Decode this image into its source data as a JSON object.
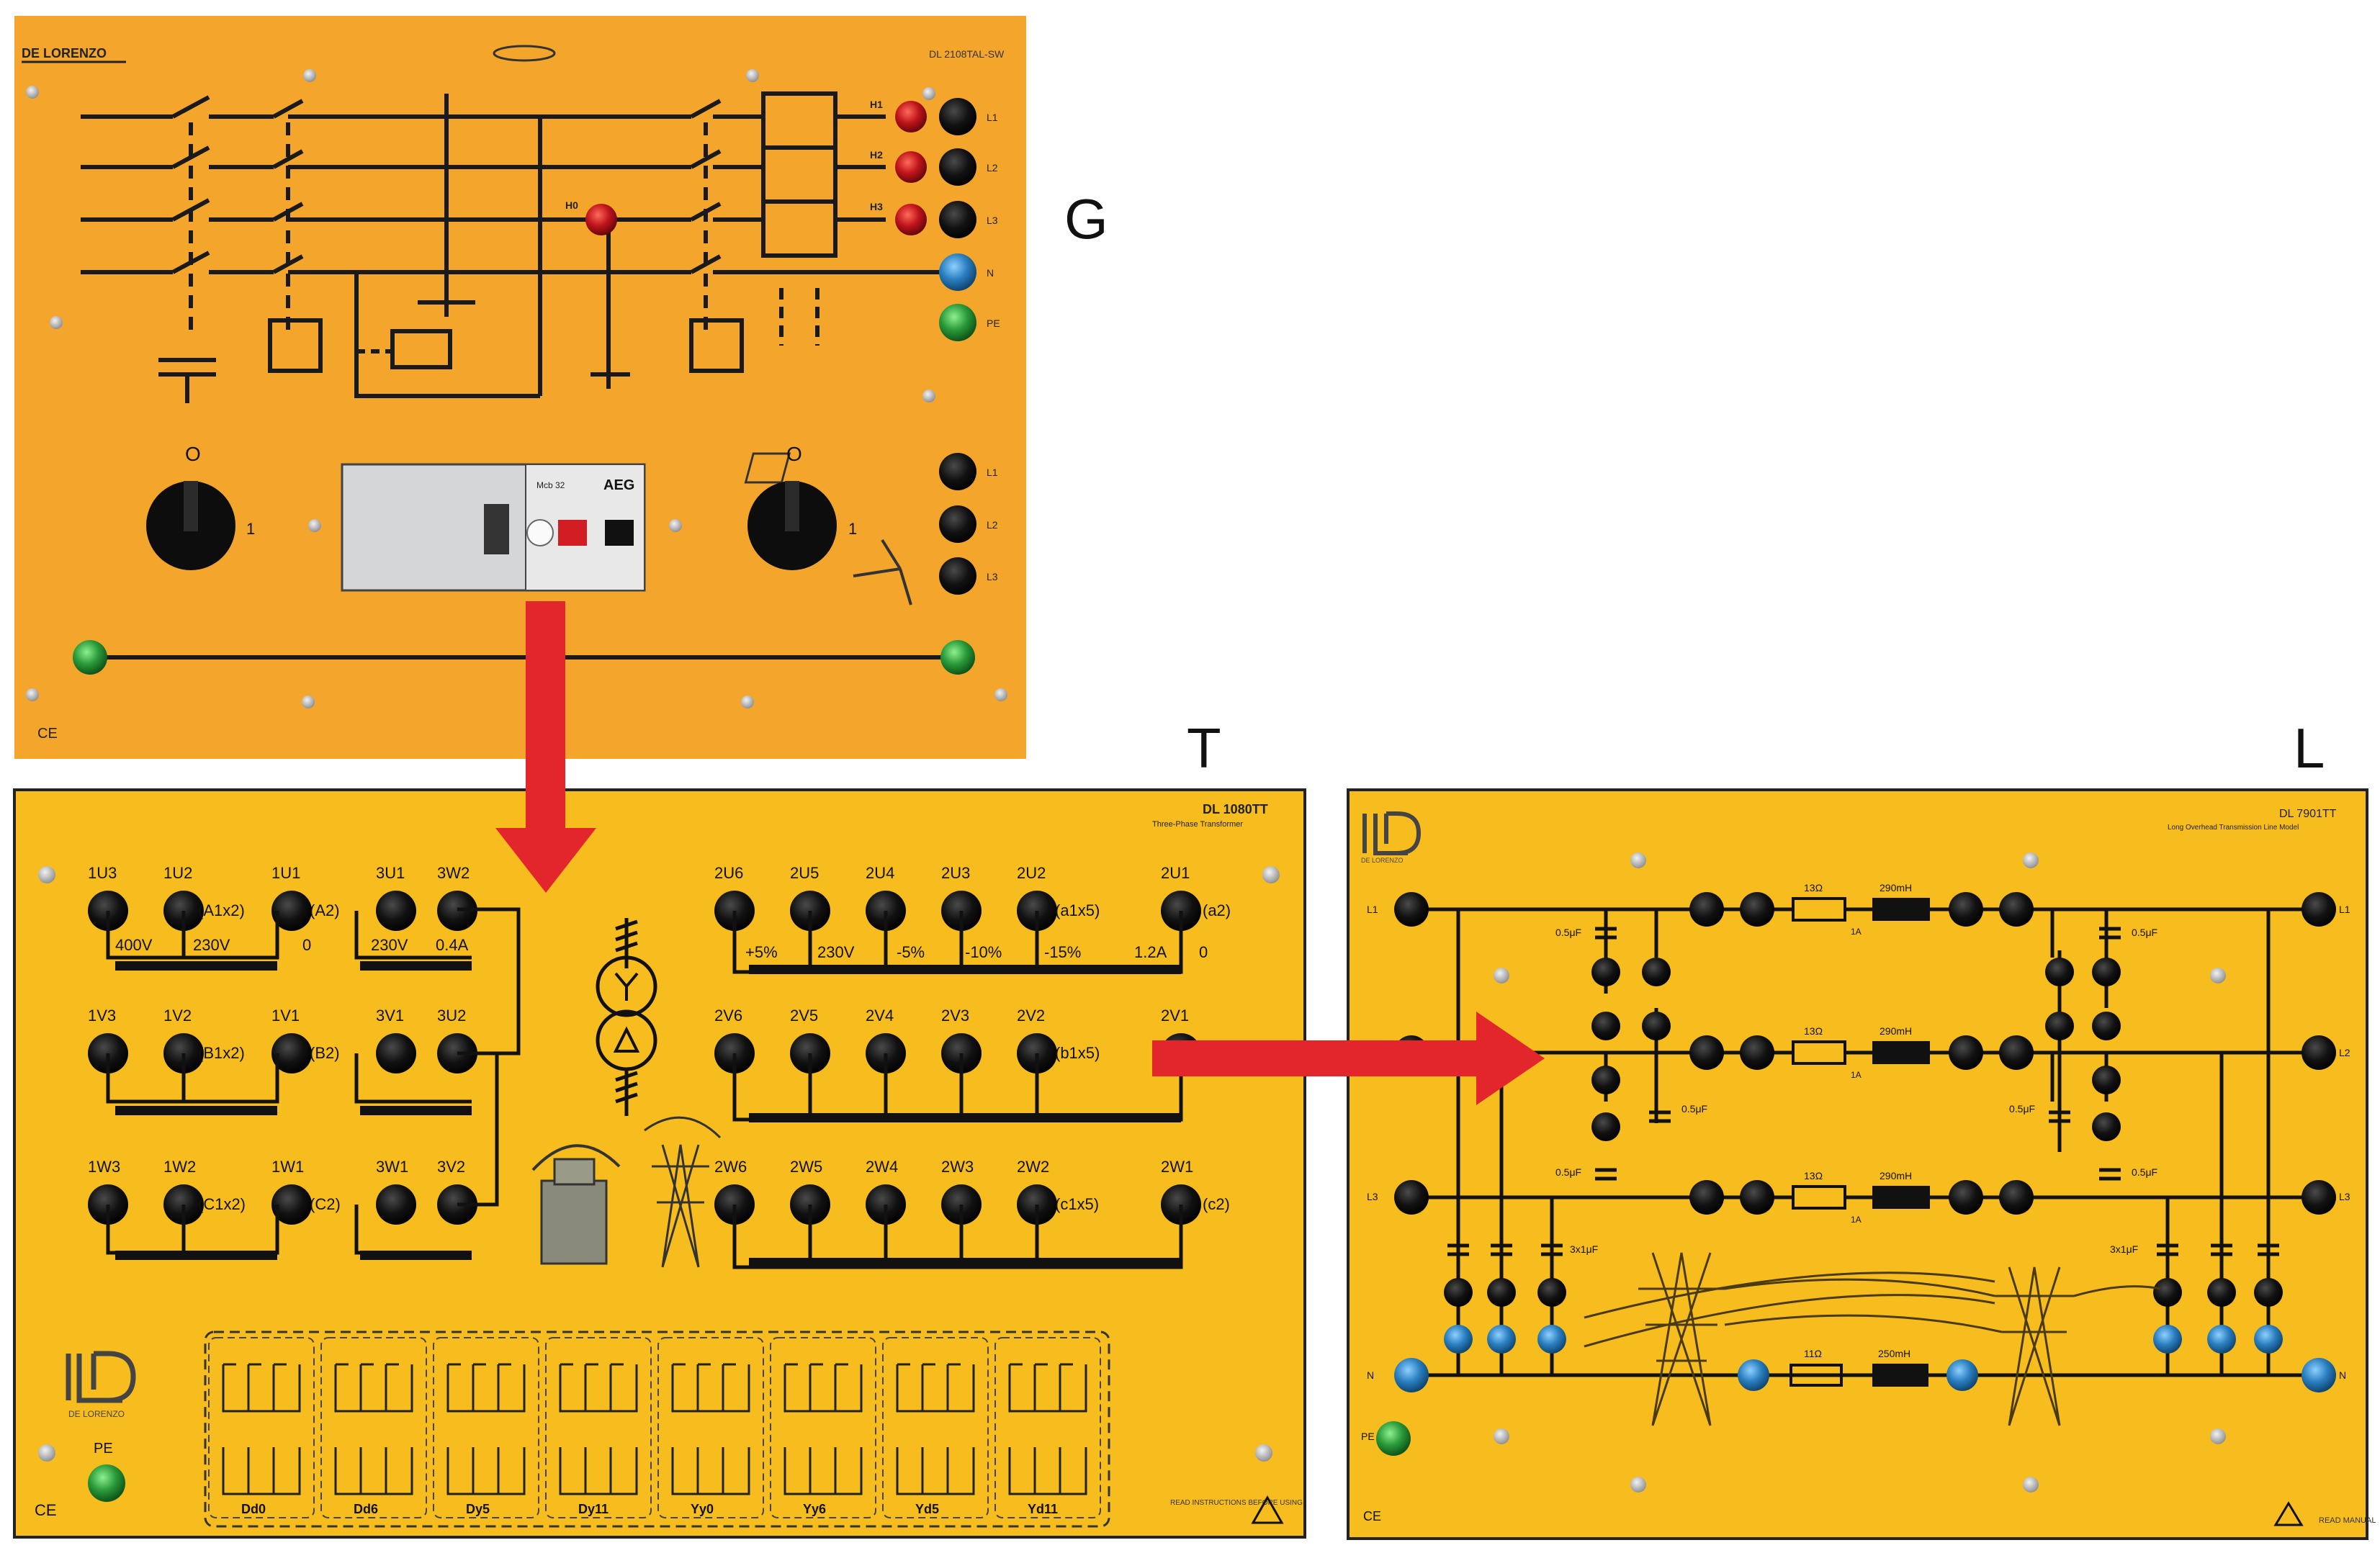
{
  "panels": {
    "g": {
      "label": "G",
      "brand": "DE LORENZO",
      "model": "DL 2108TAL-SW",
      "lamps": [
        "H1",
        "H2",
        "H3"
      ],
      "lamp_n": "H0",
      "lines": [
        "L1",
        "L2",
        "L3"
      ],
      "neutral": "N",
      "earth": "PE",
      "aux_lines": [
        "L1",
        "L2",
        "L3"
      ],
      "switch_off": "O",
      "switch_on": "1",
      "rcd": {
        "brand": "AEG",
        "model": "Mcb 32"
      },
      "ce": "CE"
    },
    "t": {
      "label": "T",
      "model": "DL 1080TT",
      "subtitle": "Three-Phase Transformer",
      "terminals_row1_left": [
        "1U3",
        "1U2",
        "1U1",
        "3U1",
        "3W2"
      ],
      "terminals_row2_left": [
        "1V3",
        "1V2",
        "1V1",
        "3V1",
        "3U2"
      ],
      "terminals_row3_left": [
        "1W3",
        "1W2",
        "1W1",
        "3W1",
        "3V2"
      ],
      "terminals_row1_right": [
        "2U6",
        "2U5",
        "2U4",
        "2U3",
        "2U2",
        "2U1"
      ],
      "terminals_row2_right": [
        "2V6",
        "2V5",
        "2V4",
        "2V3",
        "2V2",
        "2V1"
      ],
      "terminals_row3_right": [
        "2W6",
        "2W5",
        "2W4",
        "2W3",
        "2W2",
        "2W1"
      ],
      "tags": {
        "a1x2": "(A1x2)",
        "a2": "(A2)",
        "b1x2": "(B1x2)",
        "b2": "(B2)",
        "c1x2": "(C1x2)",
        "c2": "(C2)",
        "a1x5": "(a1x5)",
        "a2s": "(a2)",
        "b1x5": "(b1x5)",
        "c1x5": "(c1x5)",
        "c2s": "(c2)"
      },
      "primary_ratings": [
        "400V",
        "230V",
        "0"
      ],
      "aux_ratings": [
        "230V",
        "0.4A"
      ],
      "secondary_ratings": [
        "+5%",
        "230V",
        "-5%",
        "-10%",
        "-15%",
        "1.2A",
        "0"
      ],
      "groups": [
        "Dd0",
        "Dd6",
        "Dy5",
        "Dy11",
        "Yy0",
        "Yy6",
        "Yd5",
        "Yd11"
      ],
      "earth": "PE",
      "ce": "CE",
      "brand": "DE LORENZO",
      "warning": "READ INSTRUCTIONS BEFORE USING"
    },
    "l": {
      "label": "L",
      "model": "DL 7901TT",
      "subtitle": "Long Overhead Transmission Line Model",
      "lines": [
        "L1",
        "L2",
        "L3"
      ],
      "neutral": "N",
      "earth": "PE",
      "resistor": "13Ω",
      "inductor": "290mH",
      "current": "1A",
      "capacitor": "0.5μF",
      "triple_cap": "3x1μF",
      "neutral_resistor": "11Ω",
      "neutral_inductor": "250mH",
      "ce": "CE",
      "warning": "READ MANUAL",
      "brand": "DE LORENZO"
    }
  },
  "colors": {
    "panel_orange": "#F4A52C",
    "panel_yellow": "#F7BC1E",
    "arrow": "#E3262B",
    "terminal_blue": "#2A7FC0",
    "terminal_green": "#2A9A3A",
    "terminal_red": "#C0151B"
  }
}
